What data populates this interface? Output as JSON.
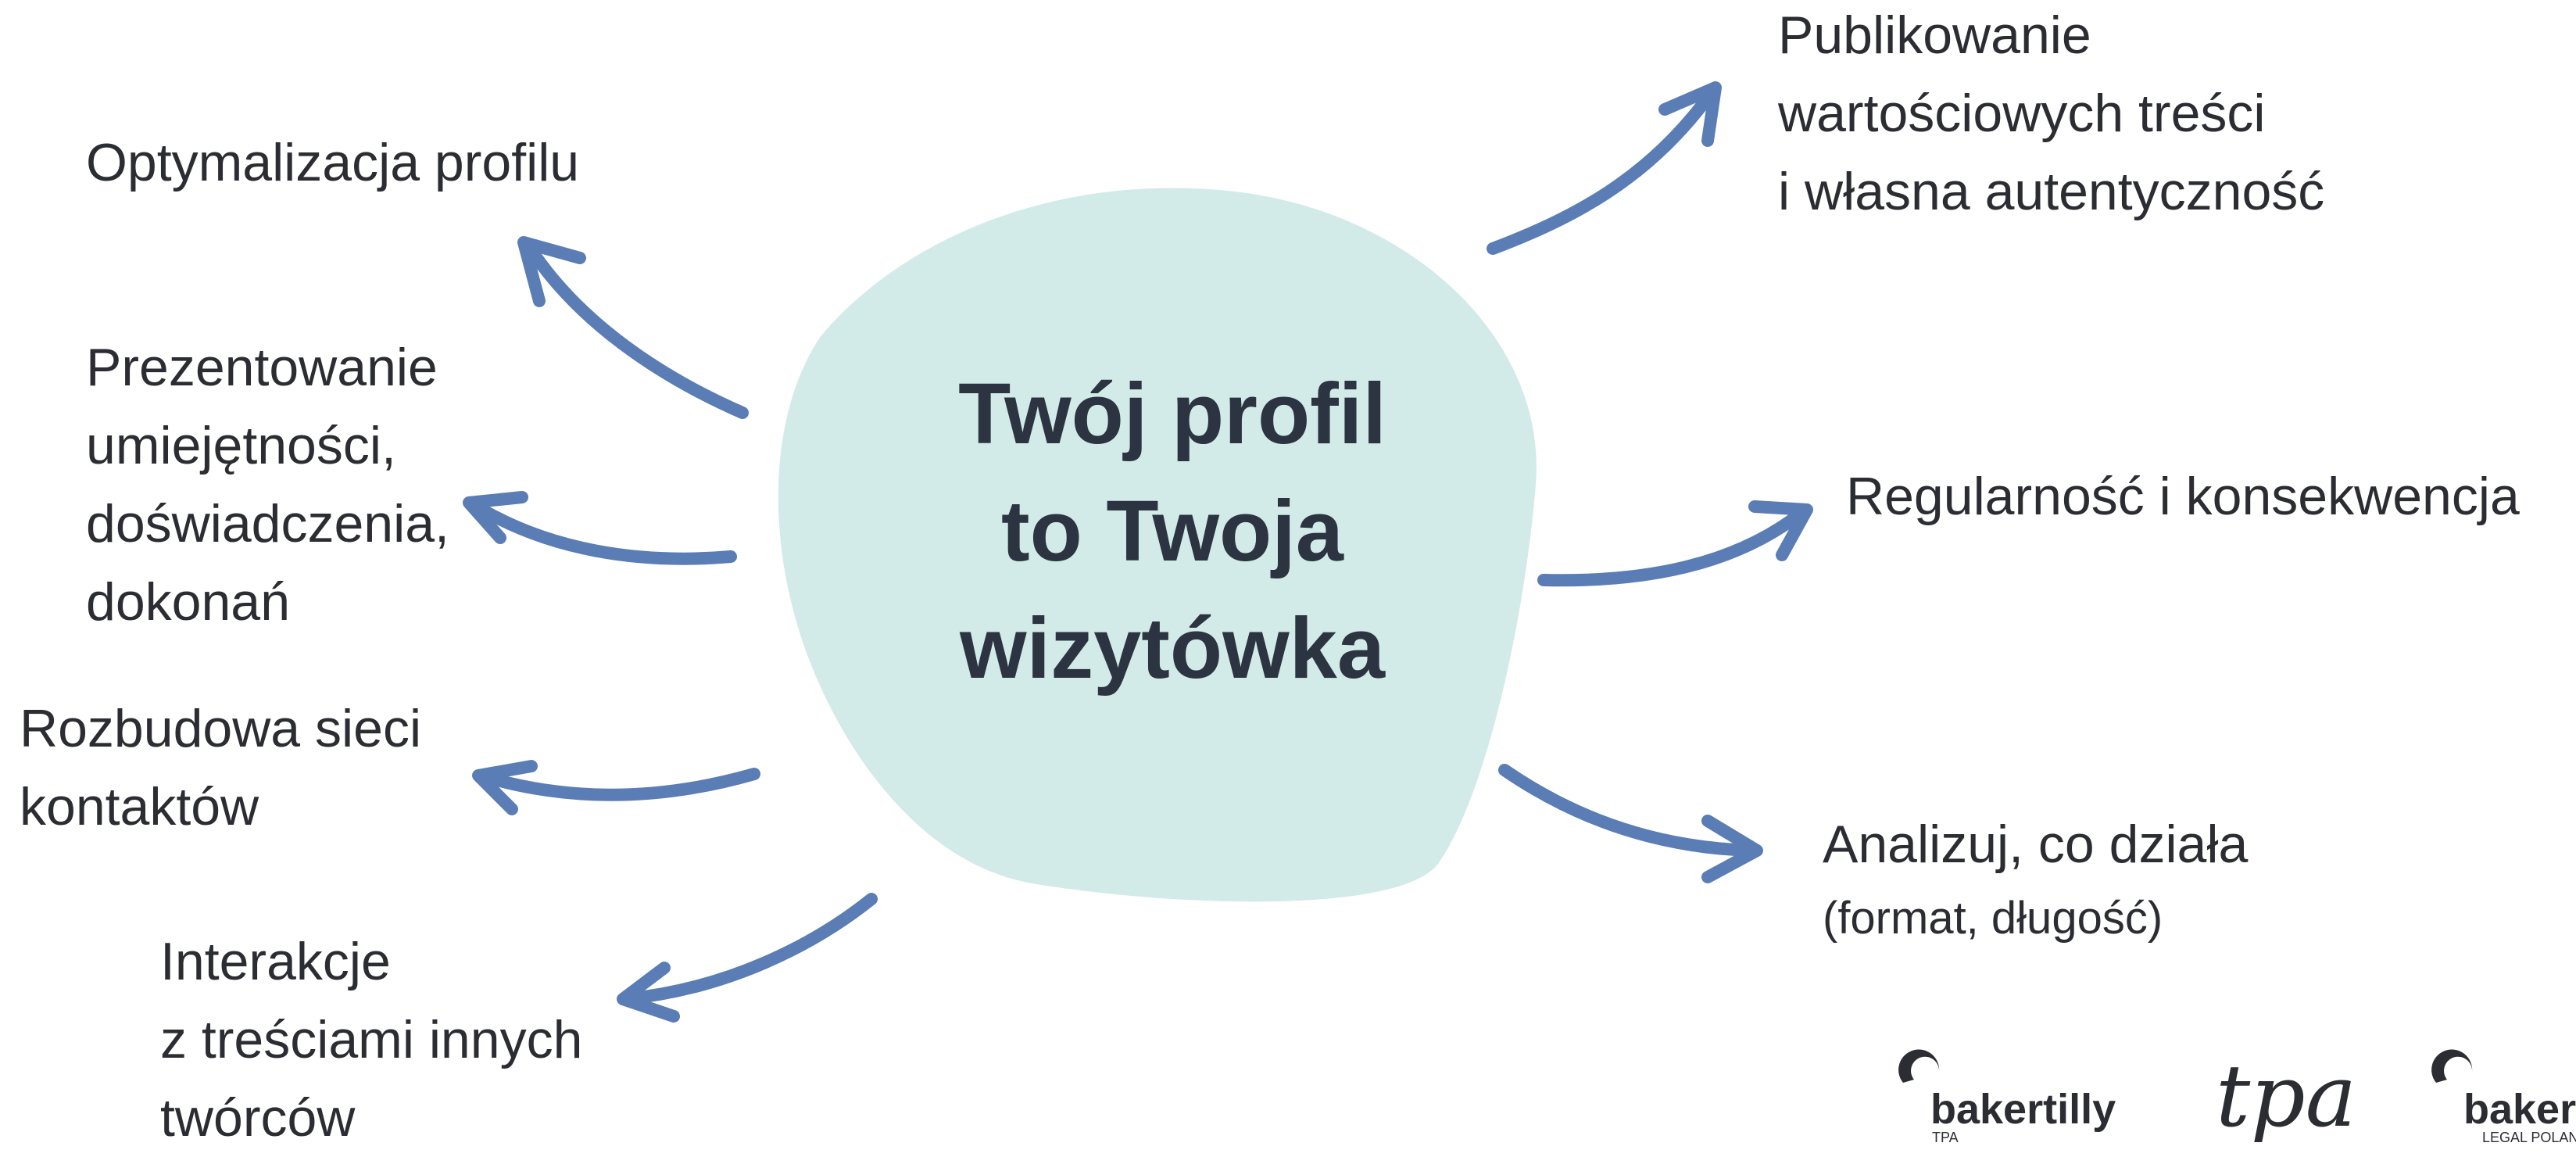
{
  "center": {
    "lines": [
      "Twój profil",
      "to Twoja",
      "wizytówka"
    ]
  },
  "left": {
    "optymalizacja": [
      "Optymalizacja profilu"
    ],
    "prezentowanie": [
      "Prezentowanie",
      "umiejętności,",
      "doświadczenia,",
      "dokonań"
    ],
    "rozbudowa": [
      "Rozbudowa sieci",
      "kontaktów"
    ],
    "interakcje": [
      "Interakcje",
      "z treściami innych",
      "twórców"
    ]
  },
  "right": {
    "publikowanie": [
      "Publikowanie",
      "wartościowych treści",
      "i własna autentyczność"
    ],
    "regularnosc": [
      "Regularność i konsekwencja"
    ],
    "analizuj": [
      "Analizuj, co działa",
      "(format, długość)"
    ]
  },
  "logos": {
    "bakertilly": {
      "name": "bakertilly",
      "sub": "TPA"
    },
    "tpa": {
      "name": "tpa"
    },
    "bakertilly_legal": {
      "name": "baker",
      "sub": "LEGAL POLAN"
    }
  },
  "colors": {
    "blob": "#d3ebe8",
    "arrow": "#5b7db5",
    "text": "#2b2d33"
  }
}
